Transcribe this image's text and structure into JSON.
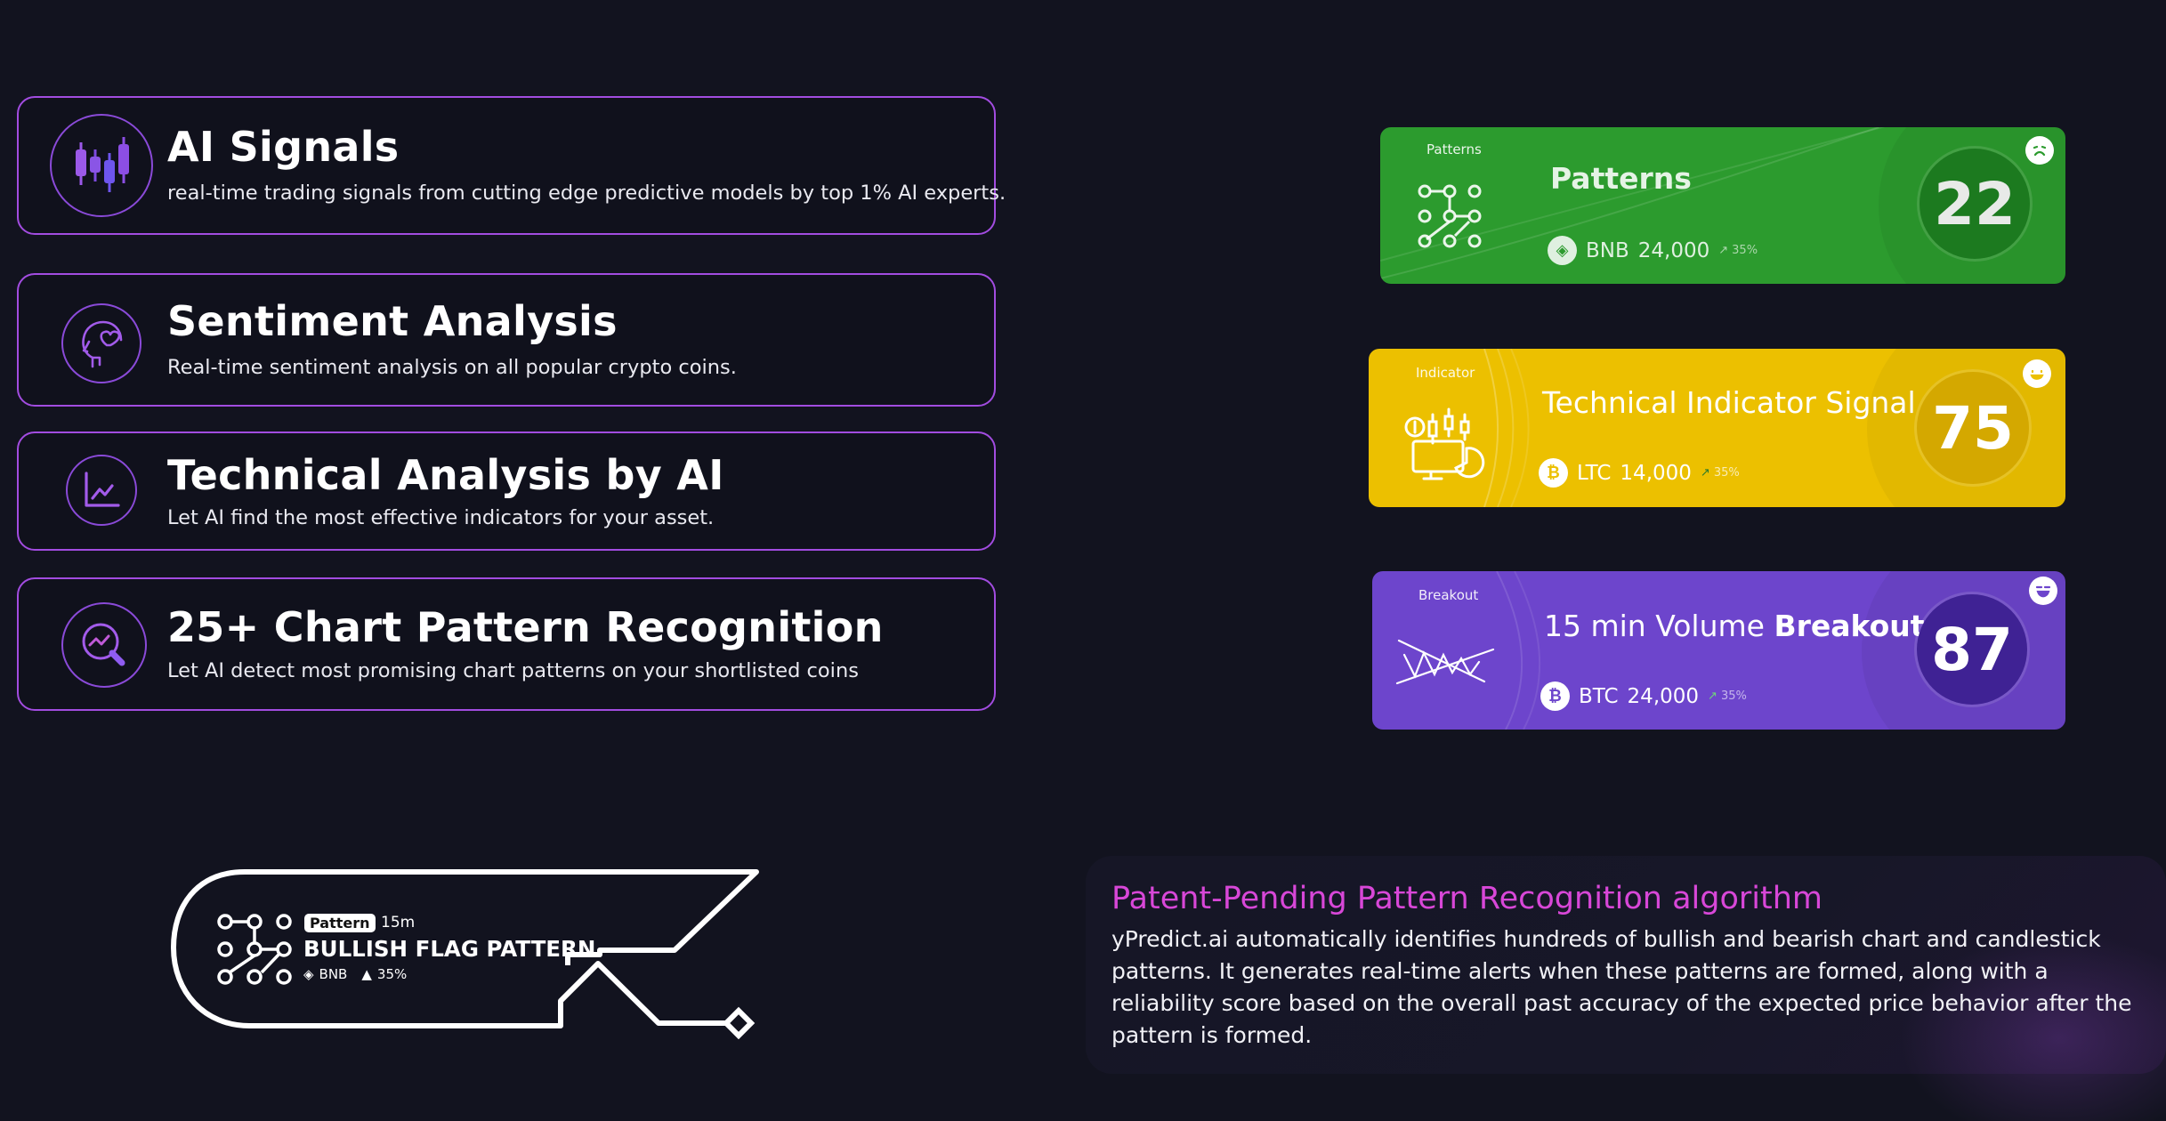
{
  "features": [
    {
      "title": "AI Signals",
      "description": "real-time trading signals from cutting edge predictive models by top 1% AI experts.",
      "icon": "candlestick-icon"
    },
    {
      "title": "Sentiment Analysis",
      "description": "Real-time sentiment analysis on all popular crypto coins.",
      "icon": "head-heart-icon"
    },
    {
      "title": "Technical Analysis by AI",
      "description": "Let AI find the most effective indicators for your asset.",
      "icon": "line-chart-icon"
    },
    {
      "title": "25+ Chart Pattern Recognition",
      "description": "Let AI detect most promising chart patterns on your shortlisted coins",
      "icon": "magnifier-chart-icon"
    }
  ],
  "signal_cards": [
    {
      "tag": "Patterns",
      "title": "Patterns",
      "coin": "BNB",
      "price": "24,000",
      "change": "35%",
      "score": "22",
      "color": "#2c9b2e",
      "mood": "sad-face-icon"
    },
    {
      "tag": "Indicator",
      "title": "Technical Indicator Signal",
      "coin": "LTC",
      "price": "14,000",
      "change": "35%",
      "score": "75",
      "color": "#ecc000",
      "mood": "happy-face-icon"
    },
    {
      "tag": "Breakout",
      "title_prefix": "15 min Volume ",
      "title_bold": "Breakout",
      "coin": "BTC",
      "price": "24,000",
      "change": "35%",
      "score": "87",
      "color": "#6d45cc",
      "mood": "excited-face-icon"
    }
  ],
  "pattern_widget": {
    "chip": "Pattern",
    "interval": "15m",
    "name": "BULLISH FLAG PATTERN",
    "coin": "BNB",
    "change": "35%"
  },
  "info": {
    "title": "Patent-Pending Pattern Recognition algorithm",
    "body": "yPredict.ai automatically identifies hundreds of bullish and bearish chart and candlestick patterns. It generates real-time alerts when these patterns are formed, along with a reliability score based on the overall past accuracy of the expected price behavior after the pattern is formed."
  },
  "colors": {
    "background": "#12131f",
    "card_border": "#a24ce0",
    "accent_pink": "#d847d8",
    "green_card": "#2c9b2e",
    "yellow_card": "#ecc000",
    "purple_card": "#6d45cc"
  }
}
